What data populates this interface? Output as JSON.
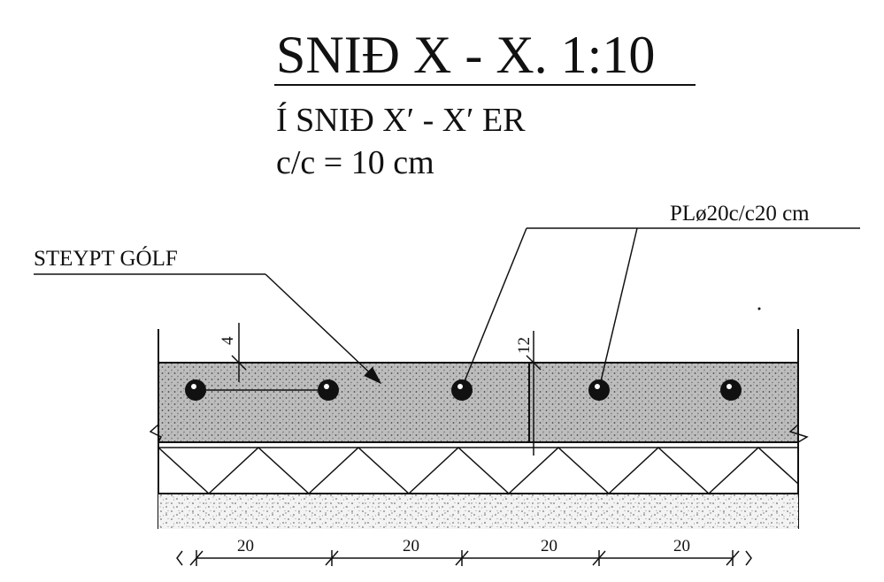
{
  "title": "SNIÐ X - X. 1:10",
  "subtitle_line1": "Í SNIÐ X′ - X′ ER",
  "subtitle_line2": "c/c = 10 cm",
  "label_floor": "STEYPT GÓLF",
  "label_pipe": "PLø20c/c20 cm",
  "dim_top_left": "4",
  "dim_top_right": "12",
  "spacing_labels": [
    "20",
    "20",
    "20",
    "20"
  ],
  "colors": {
    "ink": "#111111",
    "concrete": "#b9b9b9",
    "gravel": "#efefef"
  }
}
